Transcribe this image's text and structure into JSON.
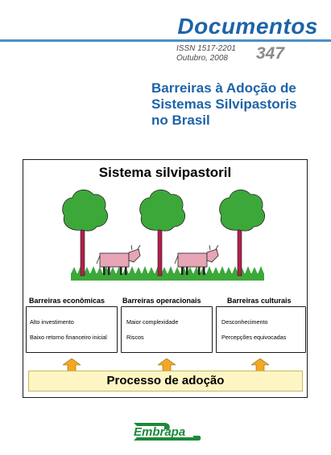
{
  "header": {
    "series": "Documentos",
    "issn": "ISSN 1517-2201",
    "date": "Outubro, 2008",
    "number": "347"
  },
  "document": {
    "title": "Barreiras à Adoção de\nSistemas Silvipastoris\nno Brasil"
  },
  "figure": {
    "title": "Sistema silvipastoril",
    "columns": [
      {
        "label": "Barreiras econômicas",
        "items": [
          "Alto investimento",
          "Baixo retorno financeiro inicial"
        ]
      },
      {
        "label": "Barreiras operacionais",
        "items": [
          "Maior complexidade",
          "Riscos"
        ]
      },
      {
        "label": "Barreiras culturais",
        "items": [
          "Desconhecimento",
          "Percepções equivocadas"
        ]
      }
    ],
    "process_label": "Processo de adoção"
  },
  "publisher": {
    "logo_text": "Embrapa"
  },
  "colors": {
    "accent_blue": "#1d63a8",
    "tree_green": "#3da83a",
    "trunk_red": "#b0204a",
    "cow_pink": "#e8a5b5",
    "arrow_orange": "#f5a623",
    "process_fill": "#fdf5c3"
  }
}
